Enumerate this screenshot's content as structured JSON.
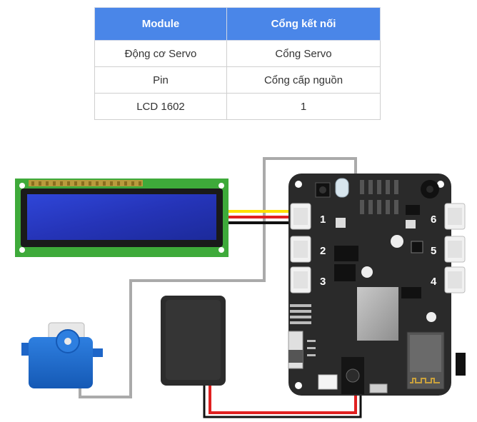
{
  "table": {
    "headers": [
      "Module",
      "Cổng kết nối"
    ],
    "rows": [
      [
        "Động cơ Servo",
        "Cổng Servo"
      ],
      [
        "Pin",
        "Cổng cấp nguồn"
      ],
      [
        "LCD 1602",
        "1"
      ]
    ]
  },
  "board": {
    "port_labels": [
      "1",
      "2",
      "3",
      "4",
      "5",
      "6"
    ],
    "color": "#2a2a2a"
  },
  "wire_colors": {
    "signal": "#aaaaaa",
    "power": "#e02020",
    "ground": "#111111",
    "data": "#ffe000"
  }
}
